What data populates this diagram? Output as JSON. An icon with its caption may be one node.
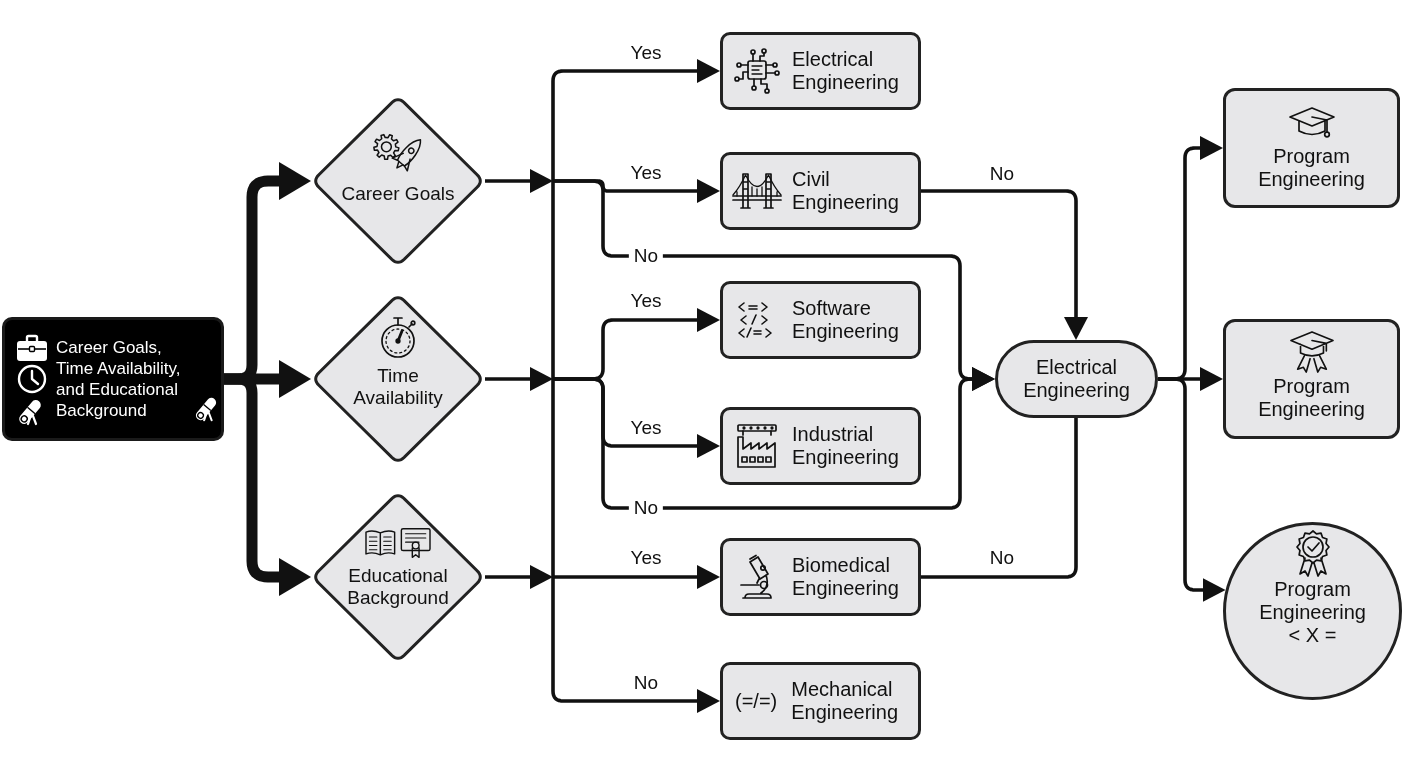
{
  "diagram": {
    "nodes": [
      {
        "text": [
          "Career Goals, Time Availability, and Educational Background"
        ]
      },
      {
        "text": [
          "Career Goals"
        ]
      },
      {
        "text": [
          "Time Availability"
        ]
      },
      {
        "text": [
          "Educational Background"
        ]
      },
      {
        "text": [
          "Electrical Engineering"
        ]
      },
      {
        "text": [
          "Civil Engineering"
        ]
      },
      {
        "text": [
          "Software Engineering"
        ]
      },
      {
        "text": [
          "Industrial Engineering"
        ]
      },
      {
        "text": [
          "Biomedical Engineering"
        ]
      },
      {
        "text": [
          "(=/=)",
          "Mechanical Engineering"
        ]
      },
      {
        "text": [
          "Electrical Engineering"
        ]
      },
      {
        "text": [
          "Program Engineering"
        ]
      },
      {
        "text": [
          "Program Engineering"
        ]
      },
      {
        "text": [
          "Program Engineering",
          "< X ="
        ]
      }
    ],
    "edges": [
      {
        "from": 0,
        "to": 1,
        "arrow": "to",
        "style": "thick"
      },
      {
        "from": 0,
        "to": 2,
        "arrow": "to",
        "style": "thick"
      },
      {
        "from": 0,
        "to": 3,
        "arrow": "to",
        "style": "thick"
      },
      {
        "from": 1,
        "to": 4,
        "arrow": "to",
        "label": "Yes"
      },
      {
        "from": 1,
        "to": 5,
        "arrow": "to",
        "label": "Yes"
      },
      {
        "from": 1,
        "to": 10,
        "arrow": "to",
        "label": "No"
      },
      {
        "from": 2,
        "to": 6,
        "arrow": "to",
        "label": "Yes"
      },
      {
        "from": 2,
        "to": 7,
        "arrow": "to",
        "label": "Yes"
      },
      {
        "from": 2,
        "to": 10,
        "arrow": "to",
        "label": "No"
      },
      {
        "from": 3,
        "to": 8,
        "arrow": "to",
        "label": "Yes"
      },
      {
        "from": 3,
        "to": 9,
        "arrow": "to",
        "label": "No"
      },
      {
        "from": 5,
        "to": 10,
        "arrow": "to",
        "label": "No"
      },
      {
        "from": 8,
        "to": 10,
        "arrow": "none",
        "label": "No"
      },
      {
        "from": 10,
        "to": 11,
        "arrow": "to"
      },
      {
        "from": 10,
        "to": 12,
        "arrow": "to"
      },
      {
        "from": 10,
        "to": 13,
        "arrow": "to"
      }
    ]
  }
}
